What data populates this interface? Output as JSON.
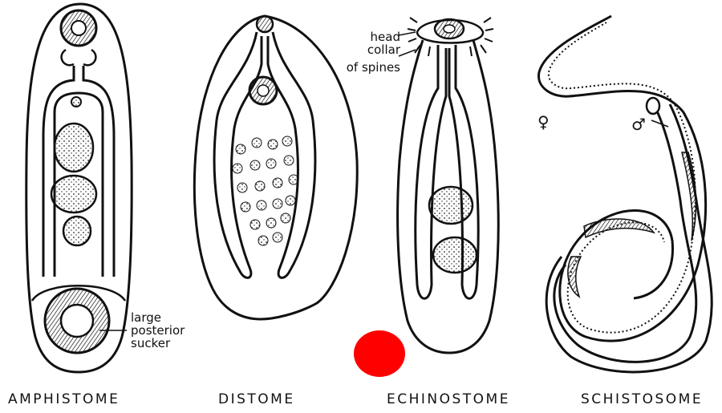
{
  "figures": [
    {
      "id": "amphistome",
      "caption": "AMPHISTOME"
    },
    {
      "id": "distome",
      "caption": "DISTOME"
    },
    {
      "id": "echinostome",
      "caption": "ECHINOSTOME"
    },
    {
      "id": "schistosome",
      "caption": "SCHISTOSOME"
    }
  ],
  "annotations": {
    "posterior_sucker": [
      "large",
      "posterior",
      "sucker"
    ],
    "head_collar": [
      "head collar",
      "of spines"
    ],
    "female_symbol": "♀",
    "male_symbol": "♂"
  },
  "marker": {
    "color": "#ff0000"
  }
}
